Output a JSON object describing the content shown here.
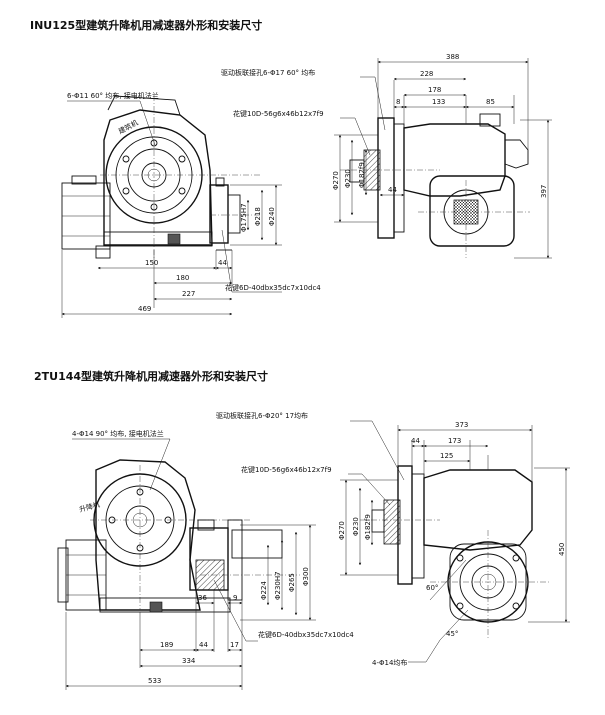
{
  "section1": {
    "title": "INU125型建筑升降机用减速器外形和安装尺寸",
    "notes": {
      "motor_holes": "6-Φ11 60° 均布, 接电机法兰",
      "drive_holes": "驱动板联接孔6-Φ17 60° 均布",
      "spline_top": "花键10D-56g6x46b12x7f9",
      "spline_bottom": "花键6D-40dbx35dc7x10dc4"
    },
    "dims_left": {
      "d175": "Φ175H7",
      "d218": "Φ218",
      "d240": "Φ240",
      "h150": "150",
      "h44": "44",
      "h180": "180",
      "h227": "227",
      "h469": "469"
    },
    "dims_right": {
      "w388": "388",
      "w228": "228",
      "w178": "178",
      "w8": "8",
      "w133": "133",
      "w85": "85",
      "w44": "44",
      "d270": "Φ270",
      "d230": "Φ230",
      "d182": "Φ182f9",
      "h397": "397"
    }
  },
  "section2": {
    "title": "2TU144型建筑升降机用减速器外形和安装尺寸",
    "notes": {
      "motor_holes": "4-Φ14 90° 均布, 接电机法兰",
      "drive_holes": "驱动板联接孔6-Φ20° 17均布",
      "spline_top": "花键10D-56g6x46b12x7f9",
      "spline_bottom": "花键6D-40dbx35dc7x10dc4",
      "feet_holes": "4-Φ14均布",
      "angle60": "60°",
      "angle45": "45°"
    },
    "dims_left": {
      "d224": "Φ224",
      "d230": "Φ230H7",
      "d265": "Φ265",
      "d300": "Φ300",
      "h36": "36",
      "h9": "9",
      "h189": "189",
      "h44": "44",
      "h17": "17",
      "h334": "334",
      "h533": "533"
    },
    "dims_right": {
      "w373": "373",
      "w44": "44",
      "w173": "173",
      "w125": "125",
      "d270": "Φ270",
      "d230": "Φ230",
      "d182": "Φ182f9",
      "h450": "450"
    }
  }
}
